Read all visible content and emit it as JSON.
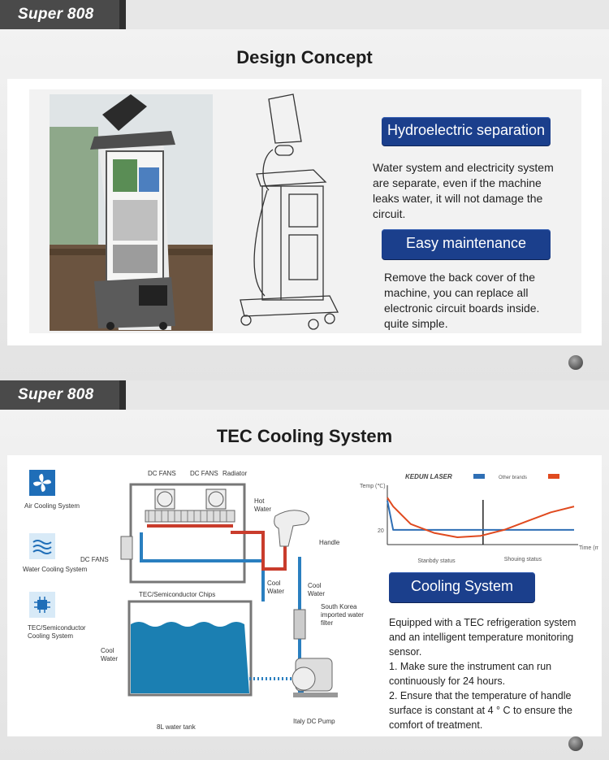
{
  "section1": {
    "brand": "Super 808",
    "title": "Design Concept",
    "feature1": {
      "heading": "Hydroelectric separation",
      "text": "Water system and electricity system are separate, even if the machine leaks water, it will not damage the circuit."
    },
    "feature2": {
      "heading": "Easy maintenance",
      "text": "Remove the back cover of the machine, you can replace all electronic circuit boards inside. quite simple."
    }
  },
  "section2": {
    "brand": "Super 808",
    "title": "TEC Cooling System",
    "legend": [
      {
        "icon": "fan-icon",
        "label": "Air Cooling System"
      },
      {
        "icon": "water-waves-icon",
        "label": "Water Cooling System"
      },
      {
        "icon": "chip-icon",
        "label": "TEC/Semiconductor Cooling System"
      }
    ],
    "diagram_labels": {
      "dc_fans_1": "DC FANS",
      "dc_fans_2": "DC FANS",
      "radiator": "Radiator",
      "hot_water": "Hot Water",
      "handle": "Handle",
      "dc_fans_side": "DC FANS",
      "tec_chips": "TEC/Semiconductor Chips",
      "cool_water_1": "Cool Water",
      "cool_water_2": "Cool Water",
      "filter": "South Korea imported water filter",
      "cool_water_tank": "Cool Water",
      "tank": "8L water tank",
      "pump": "Italy DC Pump"
    },
    "chart_data": {
      "type": "line",
      "series": [
        {
          "name": "KEDUN LASER",
          "color": "#2f6fb5",
          "x": [
            0,
            0.25,
            1,
            2,
            3,
            4,
            5,
            6,
            7,
            8
          ],
          "y": [
            30,
            20,
            20,
            20,
            20,
            20,
            20,
            20,
            20,
            20
          ]
        },
        {
          "name": "Other brands",
          "color": "#e04a1f",
          "x": [
            0,
            0.25,
            1,
            2,
            3,
            4,
            5,
            6,
            7,
            8
          ],
          "y": [
            31,
            28,
            22,
            19,
            17.5,
            18,
            20,
            23,
            26,
            28
          ]
        }
      ],
      "ylabel": "Temp (℃)",
      "xlabel": "Time (ms)",
      "ytick": "20",
      "regions": [
        "Stanbdy status",
        "Shouing status"
      ],
      "xlim": [
        0,
        8
      ],
      "ylim": [
        15,
        33
      ]
    },
    "cooling": {
      "heading": "Cooling System",
      "lines": [
        "Equipped with a TEC refrigeration system and an intelligent temperature monitoring sensor.",
        "1. Make sure the instrument can run continuously for 24 hours.",
        "2. Ensure that the temperature of handle surface is constant at 4 ° C to ensure the comfort of treatment."
      ]
    }
  }
}
